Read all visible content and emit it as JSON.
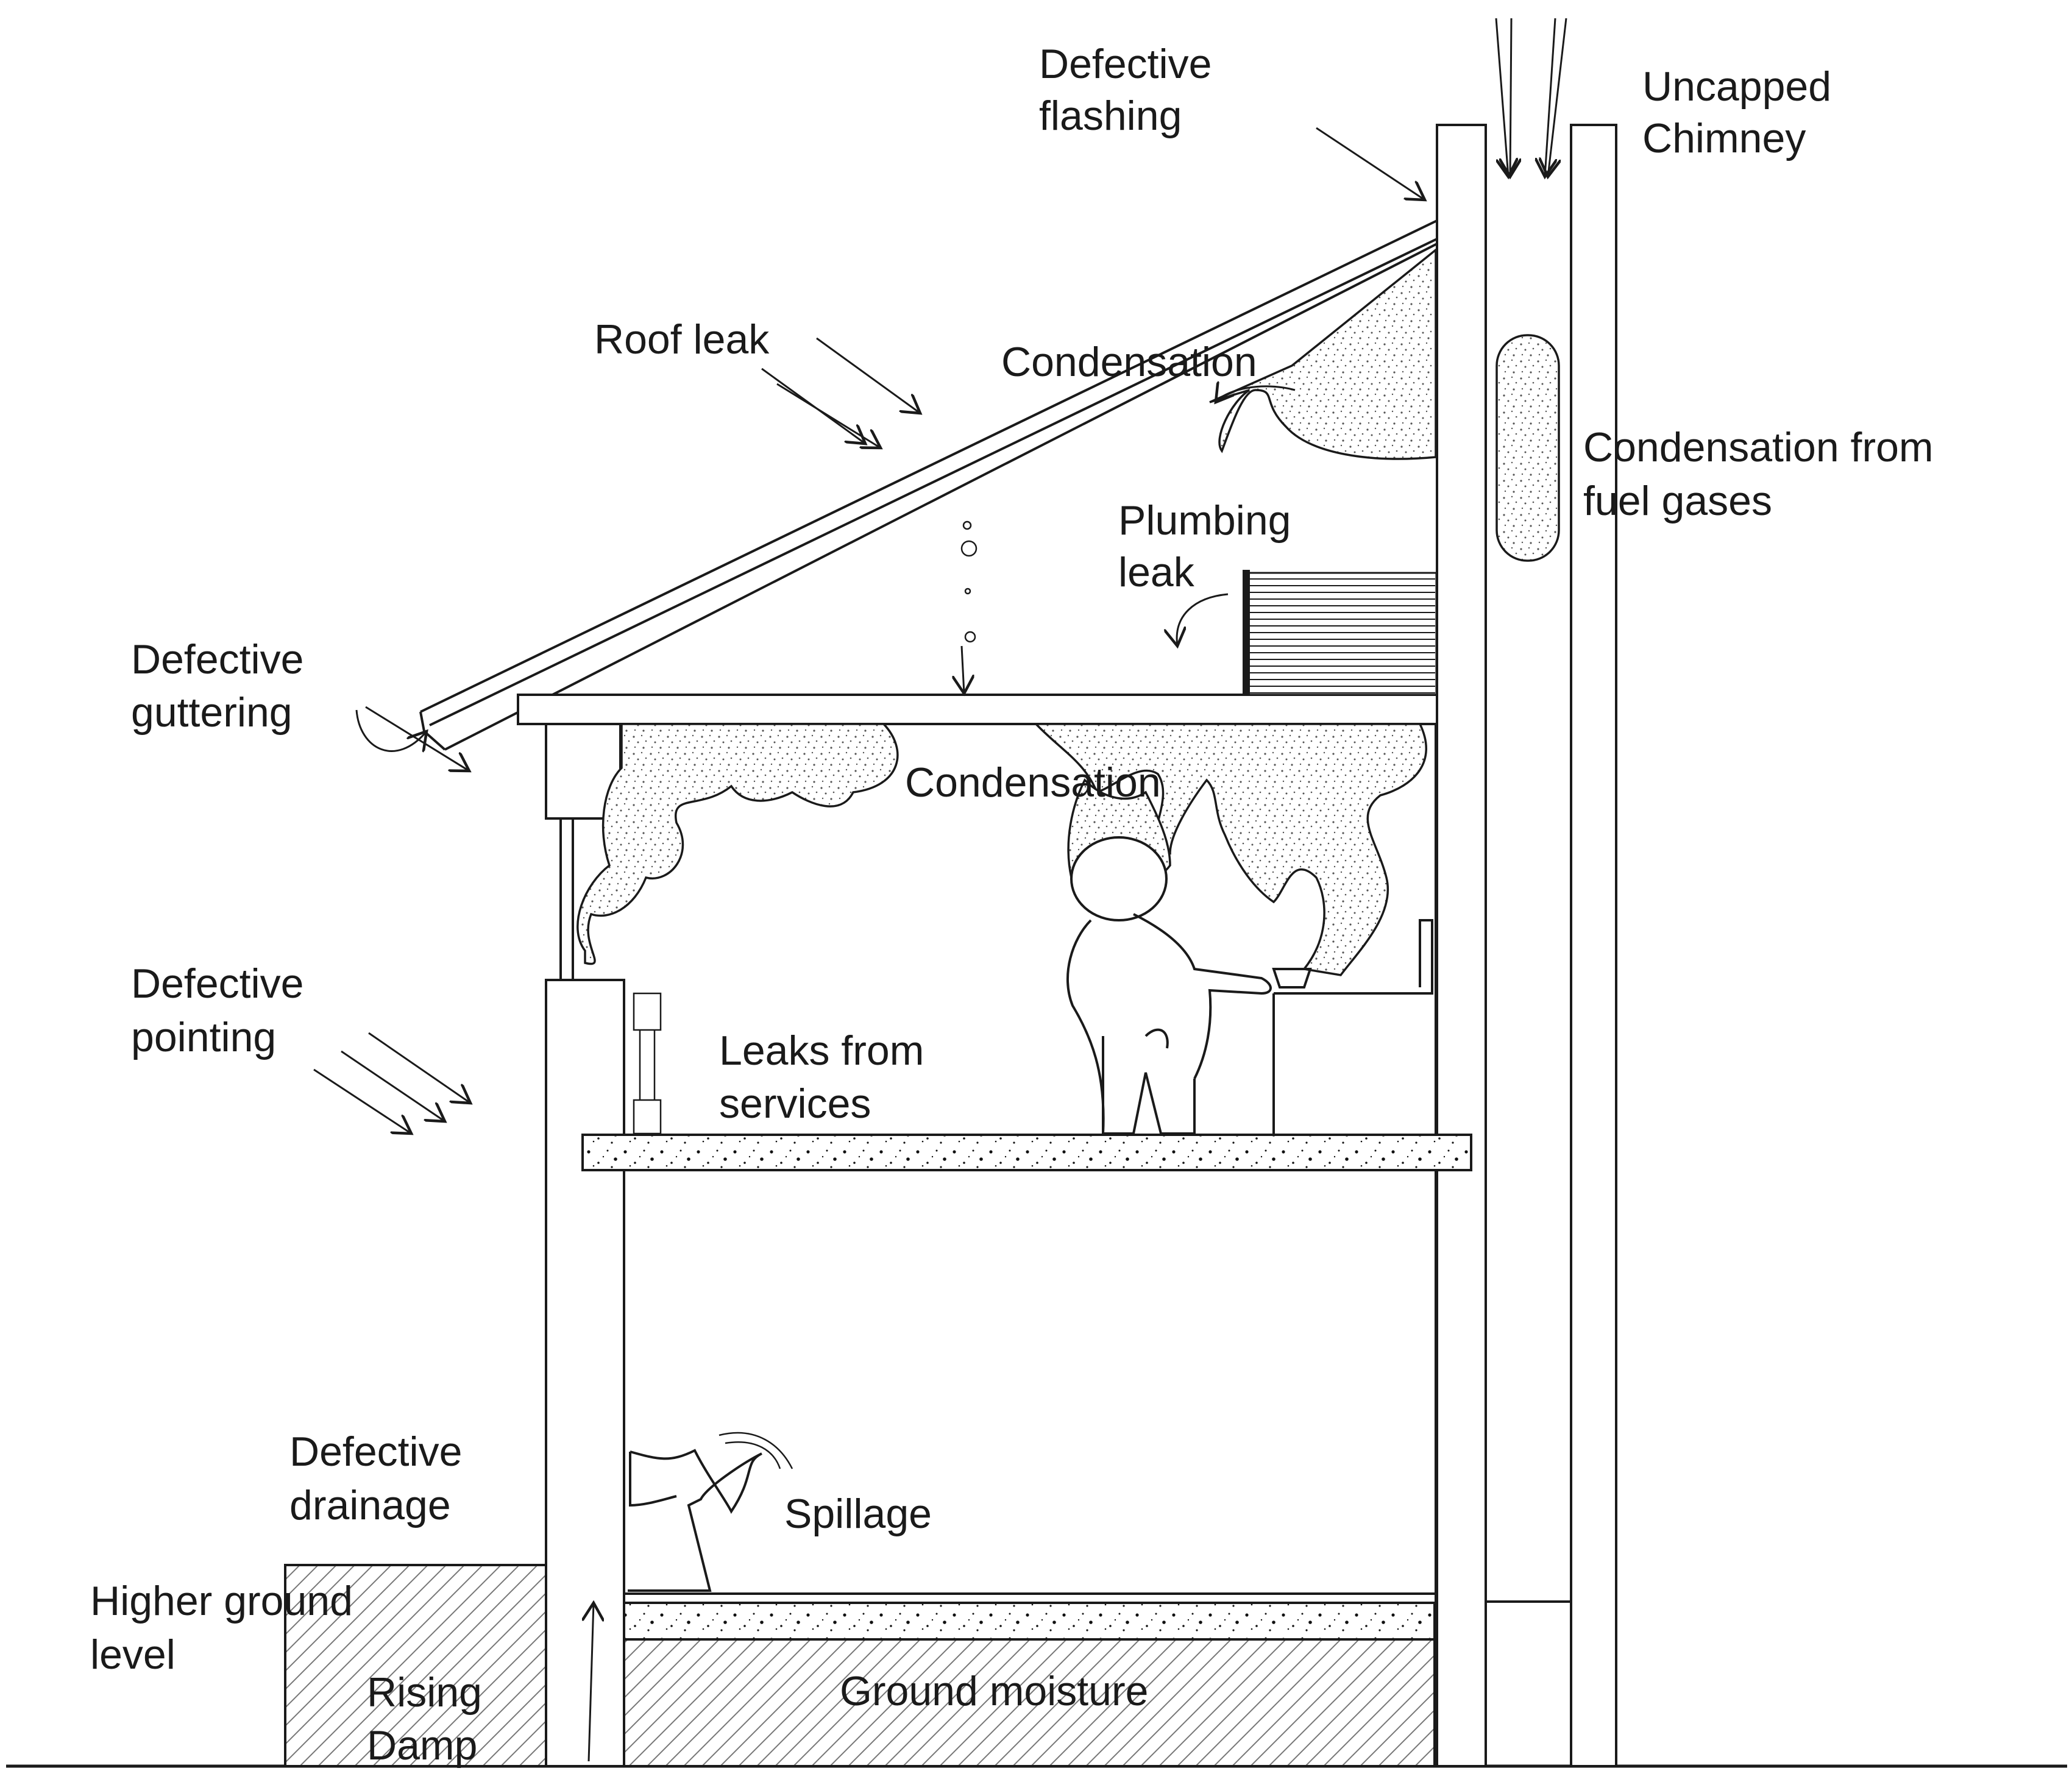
{
  "labels": {
    "defective_flashing": [
      "Defective",
      "flashing"
    ],
    "uncapped_chimney": [
      "Uncapped",
      "Chimney"
    ],
    "roof_leak": "Roof leak",
    "condensation_roof": "Condensation",
    "condensation_fuel": [
      "Condensation from",
      "fuel gases"
    ],
    "plumbing_leak": [
      "Plumbing",
      "leak"
    ],
    "defective_guttering": [
      "Defective",
      "guttering"
    ],
    "condensation_ceiling": "Condensation",
    "defective_pointing": [
      "Defective",
      "pointing"
    ],
    "leaks_from_services": [
      "Leaks from",
      "services"
    ],
    "defective_drainage": [
      "Defective",
      "drainage"
    ],
    "spillage": "Spillage",
    "higher_ground_level": [
      "Higher ground",
      "level"
    ],
    "rising_damp": [
      "Rising",
      "Damp"
    ],
    "ground_moisture": "Ground moisture"
  },
  "colors": {
    "ink": "#1a1a1a",
    "background": "#ffffff",
    "stipple": "#555555"
  }
}
